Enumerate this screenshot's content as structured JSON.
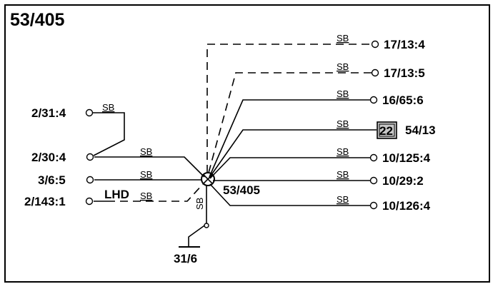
{
  "title": "53/405",
  "splice_label": "53/405",
  "connector": {
    "number": "22",
    "label": "54/13",
    "fill_color": "#c8c8c8"
  },
  "wire_color_label": "SB",
  "lhd_label": "LHD",
  "ground_label": "31/6",
  "left_terminals": [
    "2/31:4",
    "2/30:4",
    "3/6:5",
    "2/143:1"
  ],
  "right_terminals": [
    "17/13:4",
    "17/13:5",
    "16/65:6",
    "10/125:4",
    "10/29:2",
    "10/126:4"
  ]
}
